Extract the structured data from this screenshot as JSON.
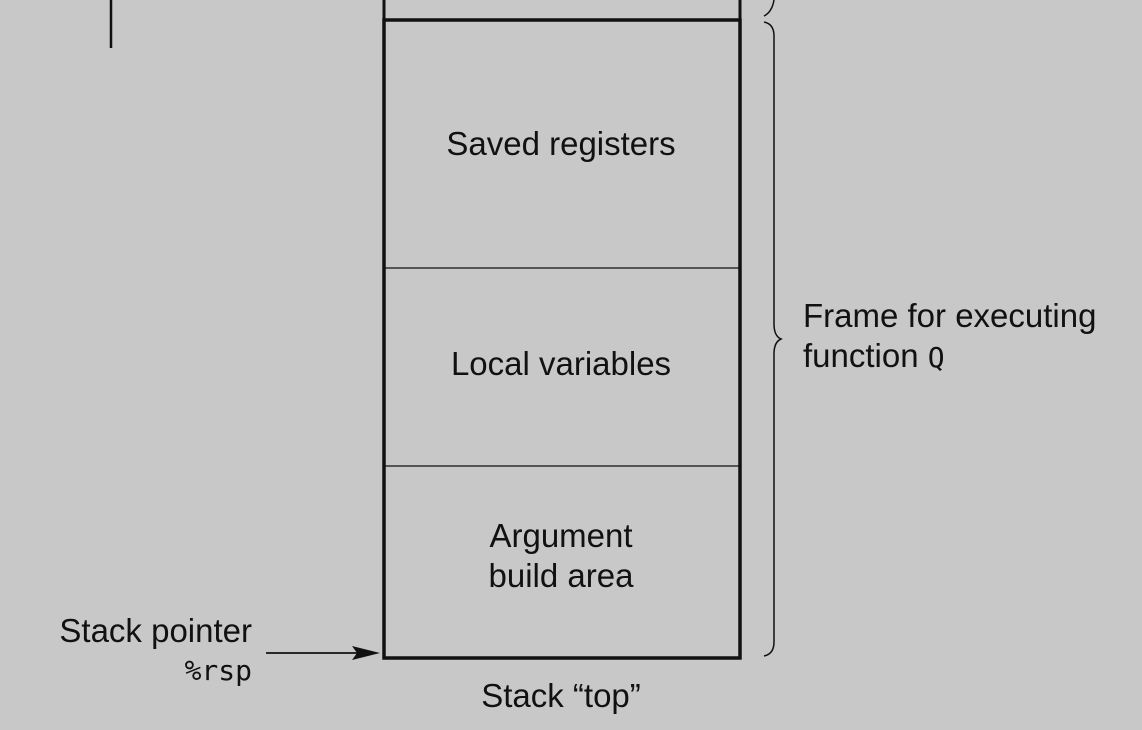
{
  "diagram": {
    "blocks": [
      {
        "label": "Saved registers"
      },
      {
        "label": "Local variables"
      },
      {
        "label_line1": "Argument",
        "label_line2": "build area"
      }
    ],
    "frame_label_line1": "Frame for executing",
    "frame_label_line2_prefix": "function",
    "frame_label_line2_code": "Q",
    "stack_pointer_label": "Stack pointer",
    "stack_pointer_register": "%rsp",
    "stack_top_label": "Stack “top”"
  }
}
